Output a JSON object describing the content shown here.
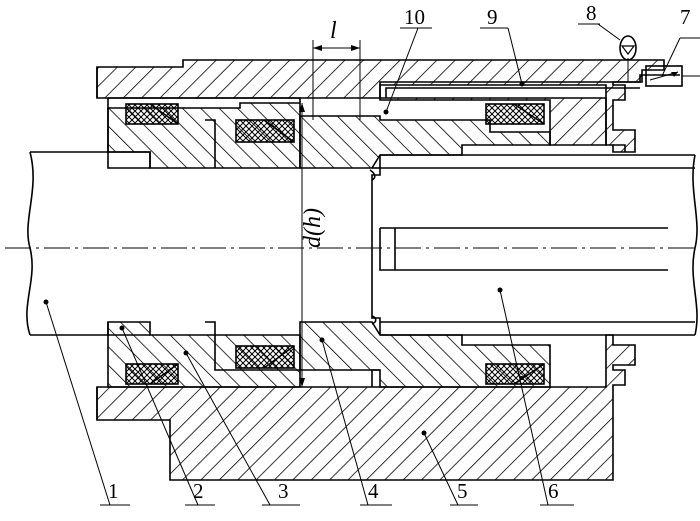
{
  "drawing": {
    "part_numbers": [
      "1",
      "2",
      "3",
      "4",
      "5",
      "6",
      "7",
      "8",
      "9",
      "10"
    ],
    "dimension_length": "l",
    "dimension_diameter": "d(h)"
  }
}
